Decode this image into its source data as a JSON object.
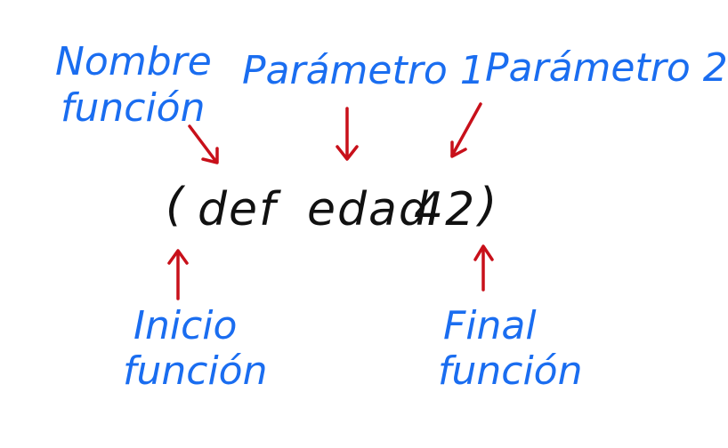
{
  "labels": {
    "nombre_funcion_line1": "Nombre",
    "nombre_funcion_line2": "función",
    "parametro1": "Parámetro 1",
    "parametro2": "Parámetro 2",
    "inicio_funcion_line1": "Inicio",
    "inicio_funcion_line2": "función",
    "final_funcion_line1": "Final",
    "final_funcion_line2": "función"
  },
  "code": {
    "open_paren": "(",
    "keyword": "def",
    "name": "edad",
    "value": "42",
    "close_paren": ")"
  },
  "colors": {
    "label_text": "#1a6df0",
    "arrow": "#c8101a",
    "code_text": "#111111",
    "background": "#ffffff"
  }
}
